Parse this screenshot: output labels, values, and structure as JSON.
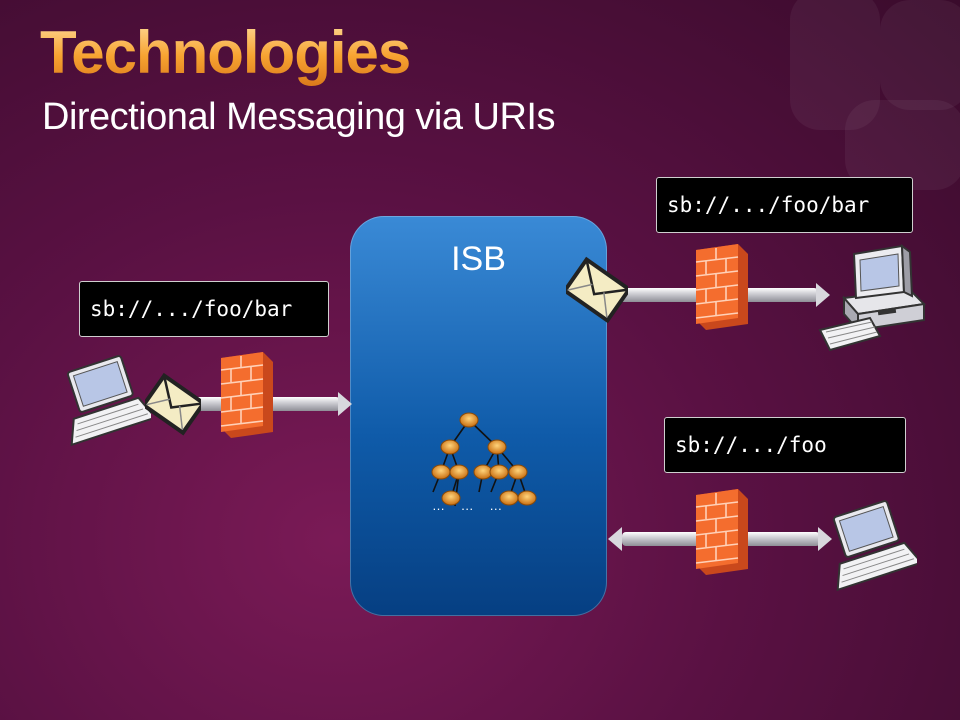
{
  "slide": {
    "title": "Technologies",
    "subtitle": "Directional Messaging via URIs"
  },
  "isb": {
    "label": "ISB"
  },
  "uris": {
    "left": "sb://.../foo/bar",
    "top_right": "sb://.../foo/bar",
    "bottom_right": "sb://.../foo"
  },
  "tree": {
    "ellipsis": "… … …"
  },
  "colors": {
    "isb_blue": "#1467b8",
    "firewall_orange": "#f26522",
    "node_orange": "#e7912a"
  },
  "icons": [
    "laptop-icon",
    "envelope-icon",
    "firewall-icon",
    "desktop-computer-icon",
    "tree-diagram-icon"
  ]
}
